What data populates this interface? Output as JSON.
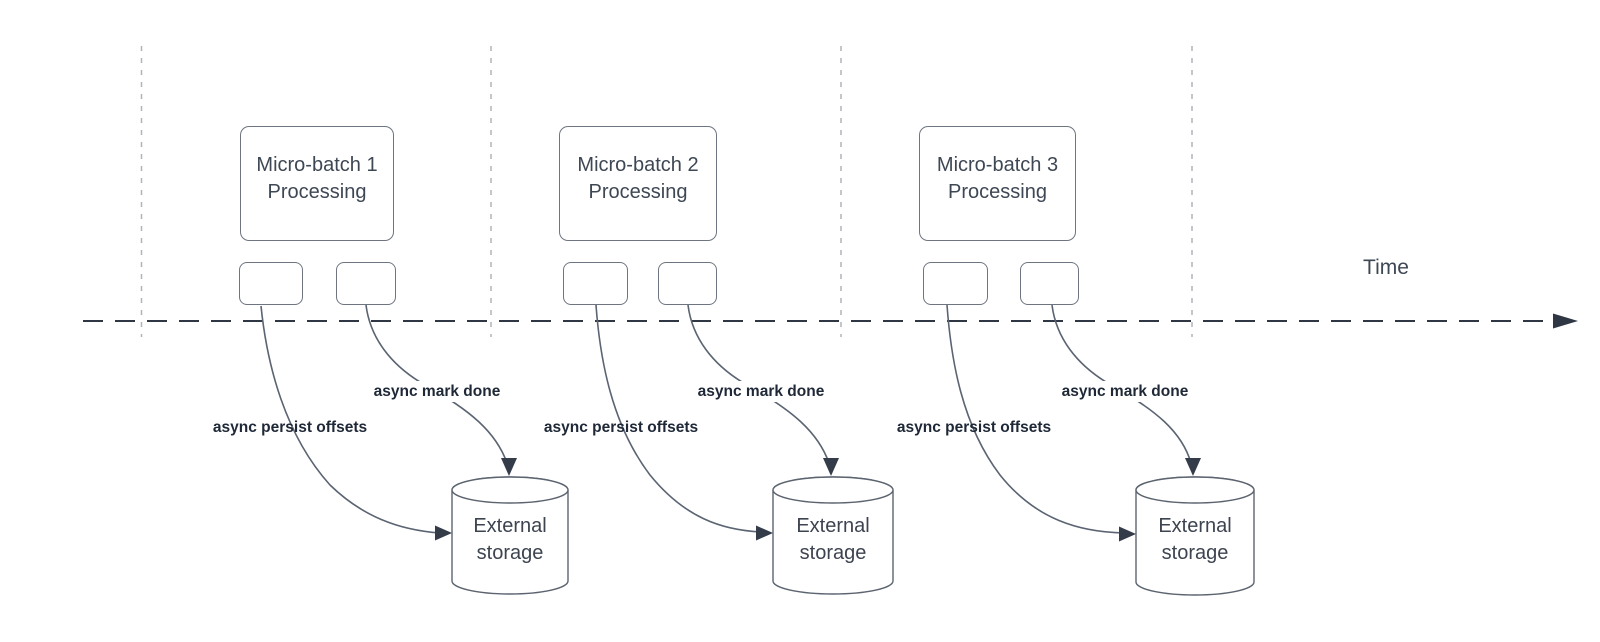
{
  "timeline": {
    "label": "Time"
  },
  "sections": [
    {
      "processing_title": "Micro-batch 1",
      "processing_subtitle": "Processing",
      "persist_label": "async persist offsets",
      "mark_done_label": "async mark done",
      "storage_title": "External",
      "storage_subtitle": "storage"
    },
    {
      "processing_title": "Micro-batch 2",
      "processing_subtitle": "Processing",
      "persist_label": "async persist offsets",
      "mark_done_label": "async mark done",
      "storage_title": "External",
      "storage_subtitle": "storage"
    },
    {
      "processing_title": "Micro-batch 3",
      "processing_subtitle": "Processing",
      "persist_label": "async persist offsets",
      "mark_done_label": "async mark done",
      "storage_title": "External",
      "storage_subtitle": "storage"
    }
  ],
  "colors": {
    "timeline": "#2f3744",
    "divider": "#b0b4ba",
    "curve": "#5b6472",
    "arrowhead": "#343c4a",
    "box_border": "#6e7580",
    "box_text": "#3e4754",
    "edge_label_text": "#1e2836"
  }
}
